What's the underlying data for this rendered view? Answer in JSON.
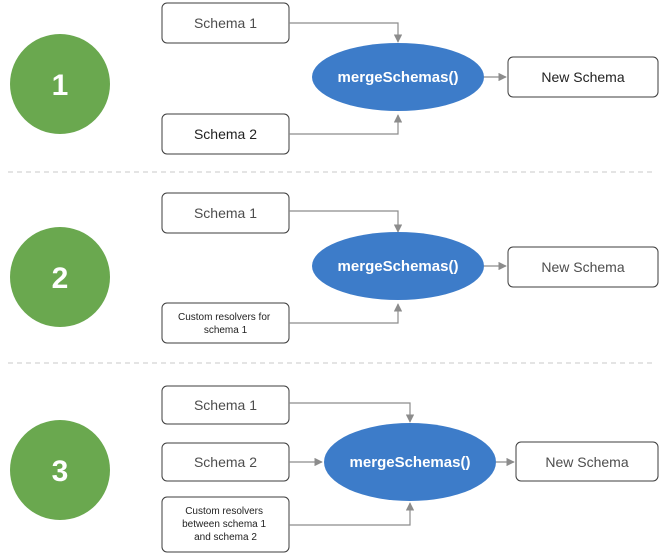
{
  "colors": {
    "step_circle": "#6aa84f",
    "merge_ellipse": "#3d7cc9",
    "arrow": "#8c8c8c",
    "box_border": "#3c3c3c",
    "separator": "#c8c8c8"
  },
  "sections": [
    {
      "step": "1",
      "inputs": [
        "Schema 1",
        "Schema 2"
      ],
      "merge_label": "mergeSchemas()",
      "output": "New Schema"
    },
    {
      "step": "2",
      "inputs": [
        "Schema 1",
        [
          "Custom resolvers for",
          "schema 1"
        ]
      ],
      "merge_label": "mergeSchemas()",
      "output": "New Schema"
    },
    {
      "step": "3",
      "inputs": [
        "Schema 1",
        "Schema 2",
        [
          "Custom resolvers",
          "between schema 1",
          "and schema 2"
        ]
      ],
      "merge_label": "mergeSchemas()",
      "output": "New Schema"
    }
  ]
}
